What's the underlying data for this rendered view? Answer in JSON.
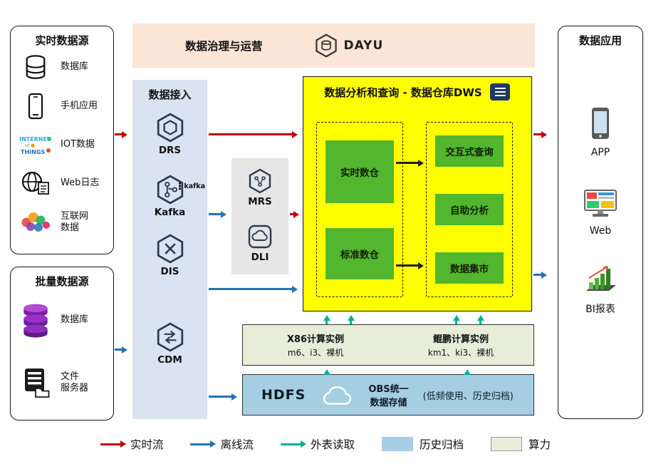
{
  "colors": {
    "realtime_flow": "#c00000",
    "offline_flow": "#2273b8",
    "external_read": "#00af9a",
    "history_archive": "#a6cee2",
    "compute_power": "#e8edda",
    "banner_bg": "#fbe5d6",
    "ingestion_bg": "#dae3f1",
    "dws_bg": "#ffff00",
    "module_green": "#52b62e",
    "processing_bg": "#e7e6e6"
  },
  "banner": {
    "title": "数据治理与运营",
    "logo_text": "DAYU"
  },
  "realtime_sources": {
    "title": "实时数据源",
    "items": [
      {
        "label": "数据库",
        "icon": "database-icon"
      },
      {
        "label": "手机应用",
        "icon": "mobile-app-icon"
      },
      {
        "label": "IOT数据",
        "icon": "iot-icon"
      },
      {
        "label": "Web日志",
        "icon": "web-log-icon"
      },
      {
        "label": "互联网\n数据",
        "icon": "internet-data-icon"
      }
    ]
  },
  "batch_sources": {
    "title": "批量数据源",
    "items": [
      {
        "label": "数据库",
        "icon": "database-stack-icon"
      },
      {
        "label": "文件\n服务器",
        "icon": "file-server-icon"
      }
    ]
  },
  "ingestion": {
    "title": "数据接入",
    "services": [
      {
        "name": "DRS"
      },
      {
        "name": "Kafka",
        "badge": "kafka"
      },
      {
        "name": "DIS"
      },
      {
        "name": "CDM"
      }
    ]
  },
  "processing": {
    "services": [
      {
        "name": "MRS"
      },
      {
        "name": "DLI"
      }
    ]
  },
  "dws": {
    "title": "数据分析和查询 - 数据仓库DWS",
    "warehouse_modules": [
      {
        "label": "实时数仓"
      },
      {
        "label": "标准数仓"
      }
    ],
    "analysis_modules": [
      {
        "label": "交互式查询"
      },
      {
        "label": "自助分析"
      },
      {
        "label": "数据集市"
      }
    ]
  },
  "compute": {
    "x86": {
      "title": "X86计算实例",
      "specs": "m6、i3、裸机"
    },
    "kunpeng": {
      "title": "鲲鹏计算实例",
      "specs": "km1、ki3、裸机"
    }
  },
  "storage": {
    "hdfs_label": "HDFS",
    "obs_label": "OBS统一\n数据存储",
    "note": "(低频使用、历史归档)"
  },
  "applications": {
    "title": "数据应用",
    "items": [
      {
        "label": "APP",
        "icon": "app-phone-icon"
      },
      {
        "label": "Web",
        "icon": "web-monitor-icon"
      },
      {
        "label": "BI报表",
        "icon": "bi-chart-icon"
      }
    ]
  },
  "legend": {
    "items": [
      {
        "label": "实时流",
        "style": "arrow",
        "color": "#c00000"
      },
      {
        "label": "离线流",
        "style": "arrow",
        "color": "#2273b8"
      },
      {
        "label": "外表读取",
        "style": "arrow",
        "color": "#00af9a"
      },
      {
        "label": "历史归档",
        "style": "swatch",
        "color": "#a6cee2"
      },
      {
        "label": "算力",
        "style": "swatch",
        "color": "#e8edda"
      }
    ]
  }
}
